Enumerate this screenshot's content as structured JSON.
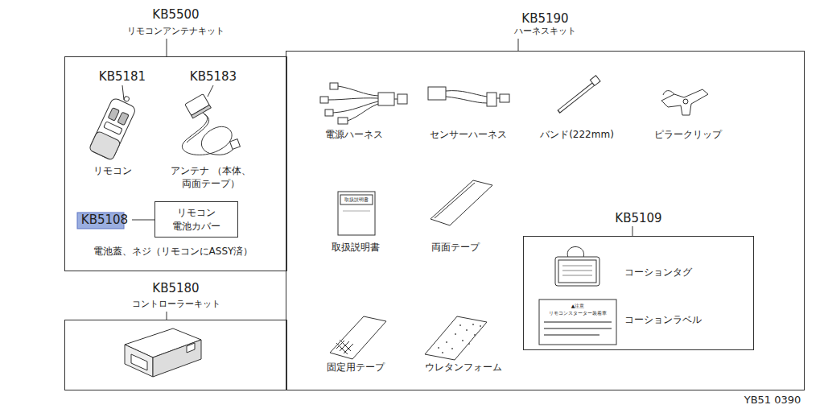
{
  "diagram": {
    "nodes": [
      {
        "text": [
          "KB5500",
          "リモコンアンテナキット"
        ]
      },
      {
        "text": [
          "リモコン 電池カバー"
        ],
        "in": 0
      },
      {
        "text": [
          "KB5180",
          "コントローラーキット"
        ]
      },
      {
        "text": [
          "KB5190",
          "ハーネスキット"
        ]
      },
      {
        "text": [
          "KB5109"
        ],
        "in": 3
      }
    ],
    "labels": [
      "KB5181",
      "KB5183",
      "リモコン",
      "アンテナ （本体、両面テープ）",
      "KB5108",
      "電池蓋、ネジ（リモコンにASSY済）",
      "電源ハーネス",
      "センサーハーネス",
      "バンド(222mm)",
      "ピラークリップ",
      "取扱説明書",
      "取扱説明書",
      "両面テープ",
      "コーションタグ",
      "▲注意",
      "リモコンスターター装着車",
      "コーションラベル",
      "固定用テープ",
      "ウレタンフォーム",
      "YB51 0390"
    ]
  }
}
